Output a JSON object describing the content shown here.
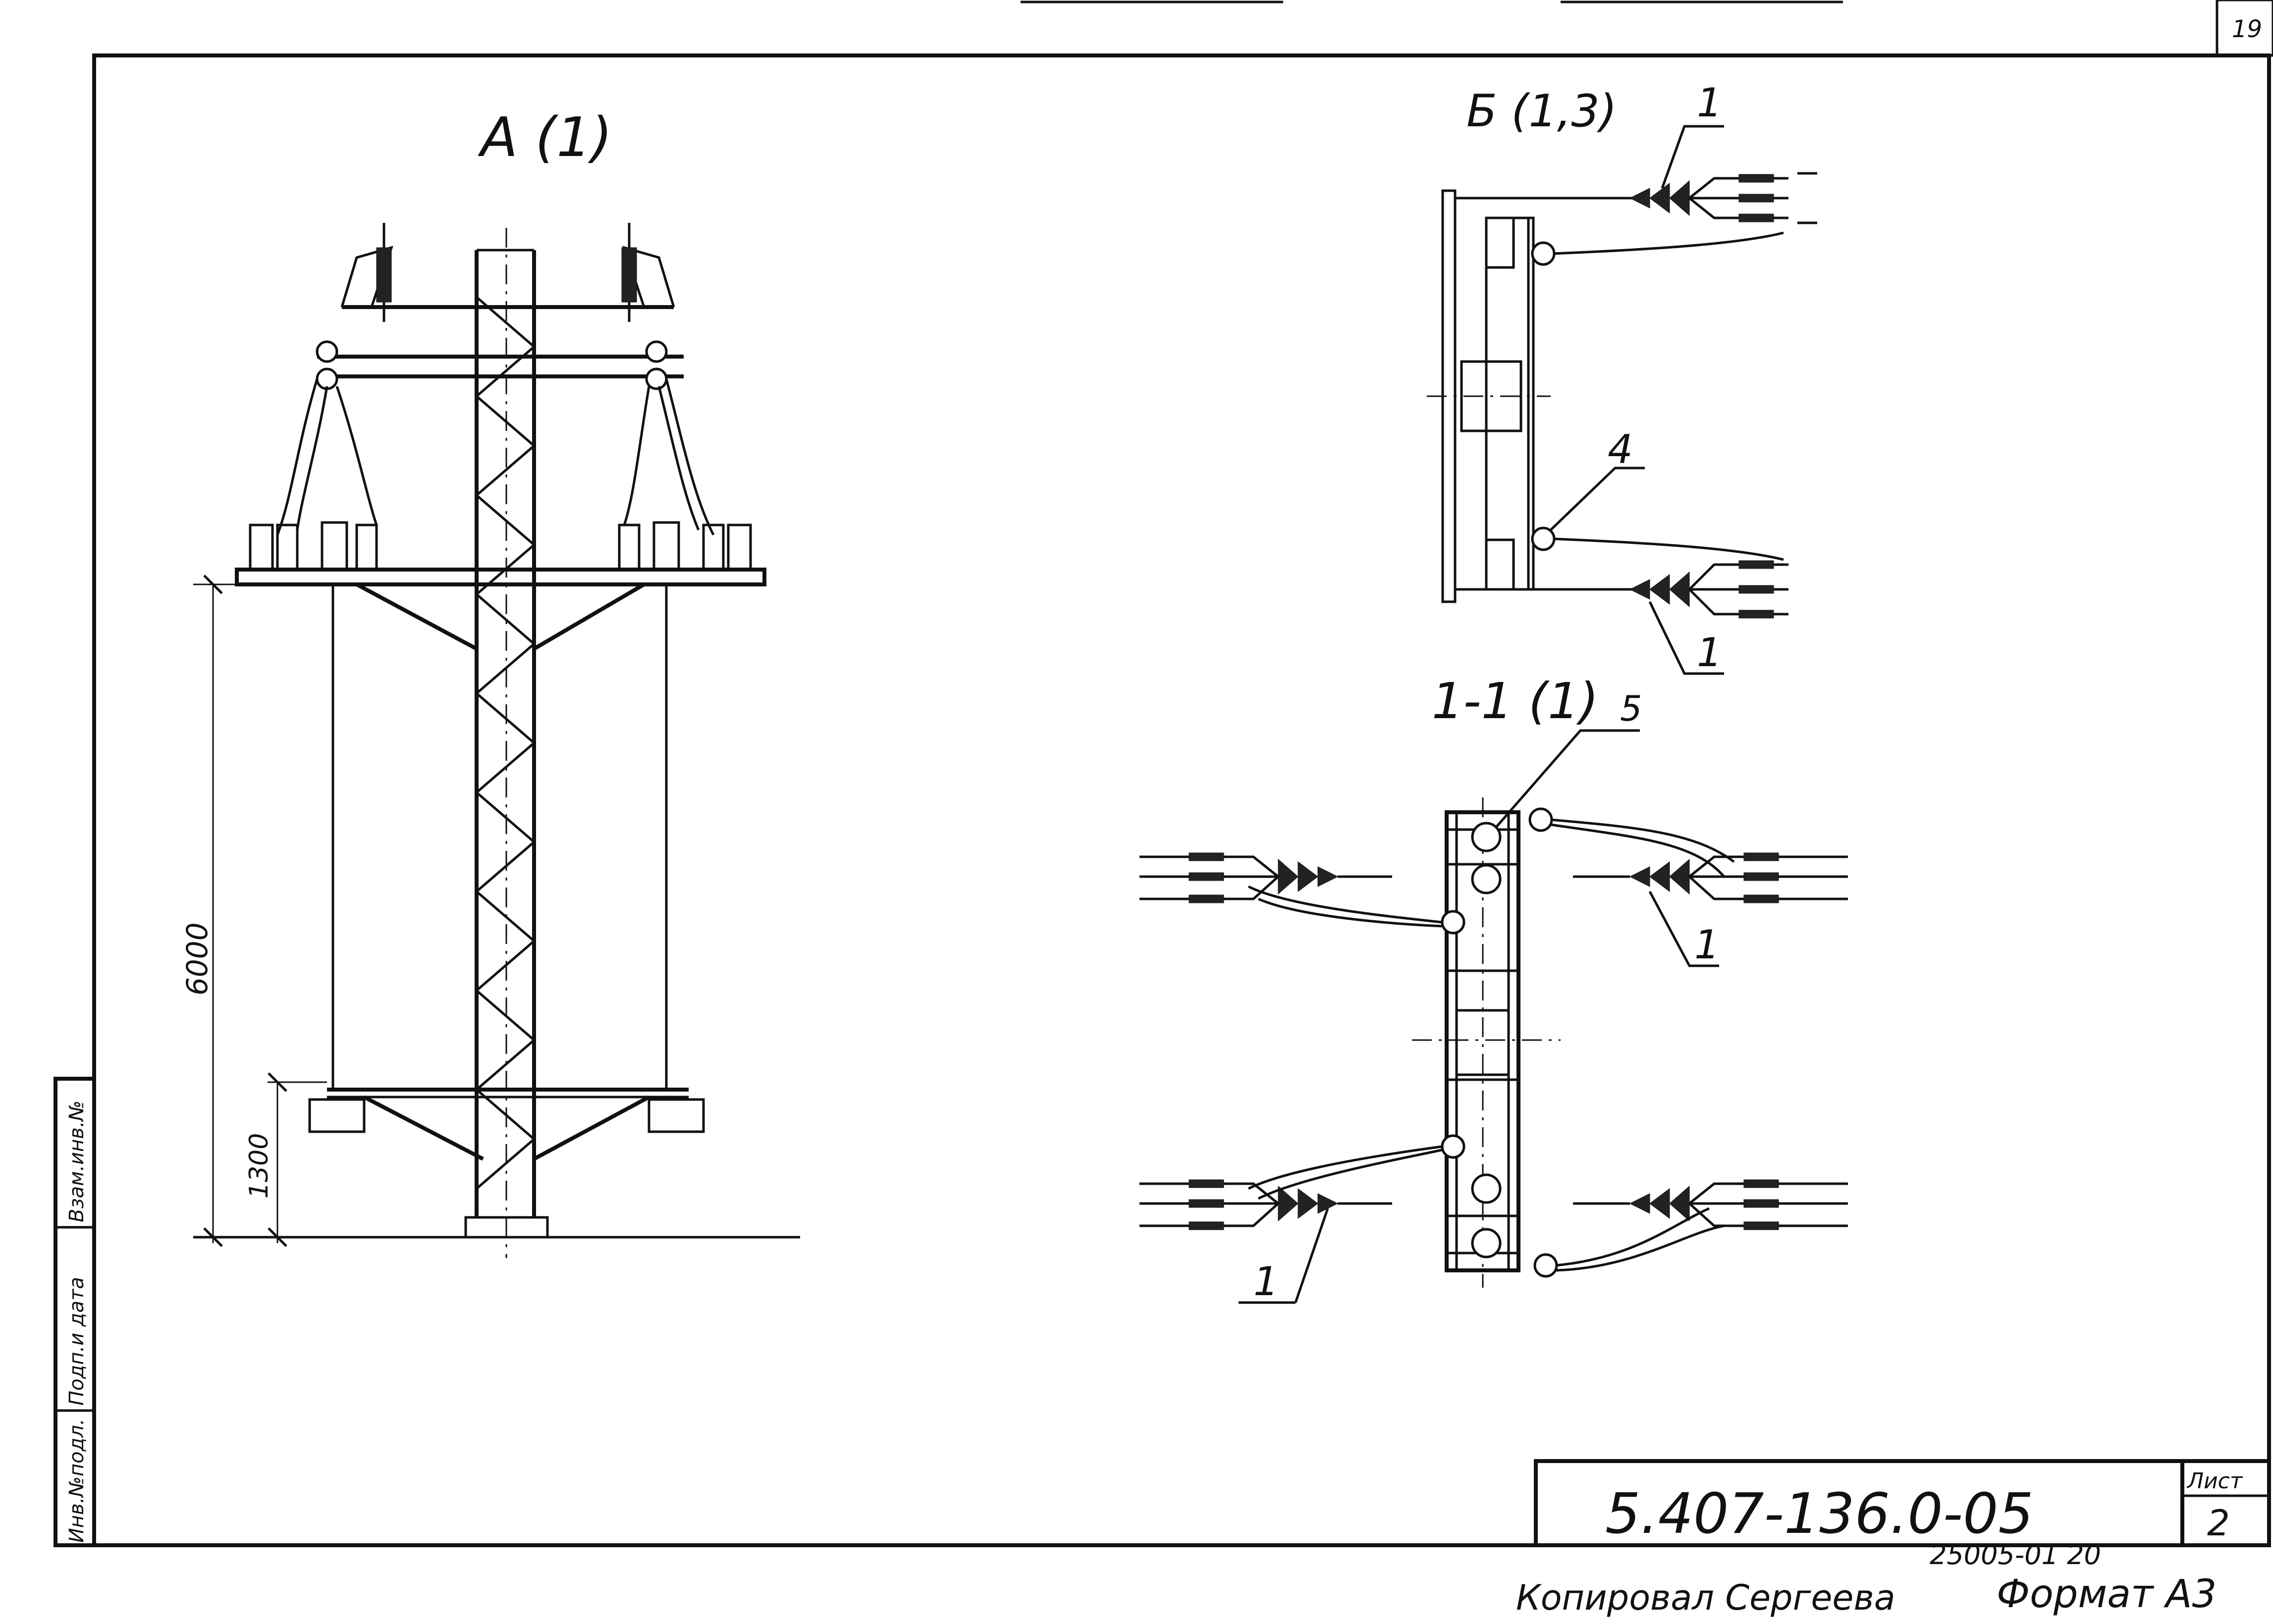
{
  "sheet_corner_number": "19",
  "views": {
    "view_a": "A (1)",
    "view_b": "Б (1,3)",
    "section_1_1": "1-1 (1)"
  },
  "dimensions": {
    "height_total": "6000",
    "height_lower": "1300"
  },
  "callouts": {
    "b_top": "1",
    "b_mid": "4",
    "b_bottom": "1",
    "s_top": "5",
    "s_right": "1",
    "a_bottom": "1"
  },
  "side_stamp": {
    "col1": "Инв.№подл.",
    "col2": "Подп.и дата",
    "col3": "Взам.инв.№"
  },
  "title_block": {
    "doc_number": "5.407-136.0-05",
    "sheet_label": "Лист",
    "sheet_number": "2"
  },
  "footer": {
    "order_number": "25005-01  20",
    "copied_by": "Копировал  Сергеева",
    "format": "Формат А3"
  }
}
